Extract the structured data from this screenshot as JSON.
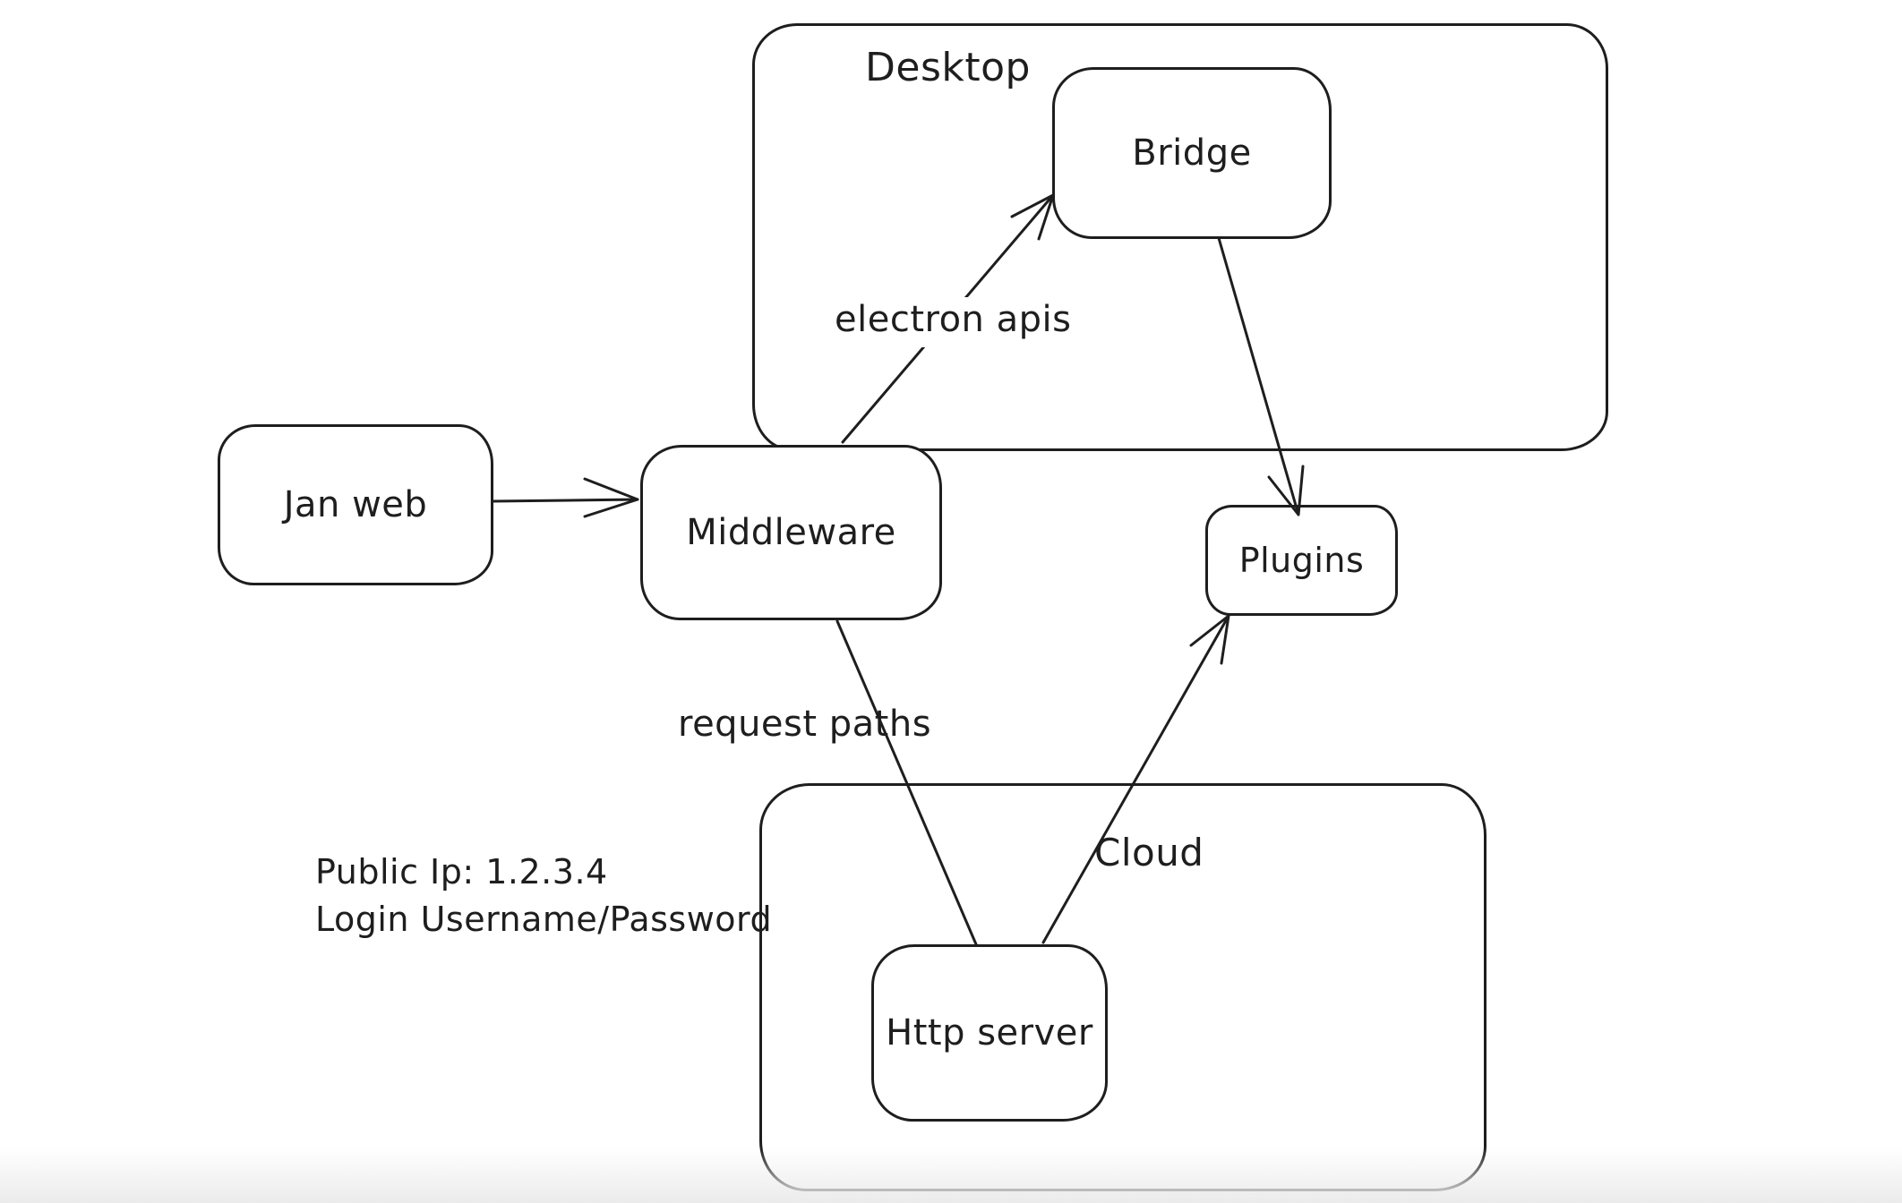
{
  "canvas": {
    "stroke_color": "#1e1e1e",
    "bg_color": "#ffffff",
    "fade_color": "#ebebeb"
  },
  "containers": [
    {
      "id": "desktop",
      "label": "Desktop"
    },
    {
      "id": "cloud",
      "label": "Cloud"
    }
  ],
  "nodes": [
    {
      "id": "jan-web",
      "label": "Jan web"
    },
    {
      "id": "middleware",
      "label": "Middleware"
    },
    {
      "id": "bridge",
      "label": "Bridge"
    },
    {
      "id": "plugins",
      "label": "Plugins"
    },
    {
      "id": "http-server",
      "label": "Http server"
    }
  ],
  "edges": [
    {
      "id": "jan-web-to-middleware",
      "from": "Jan web",
      "to": "Middleware",
      "label": ""
    },
    {
      "id": "middleware-to-bridge",
      "from": "Middleware",
      "to": "Bridge",
      "label": "electron apis"
    },
    {
      "id": "bridge-to-plugins",
      "from": "Bridge",
      "to": "Plugins",
      "label": ""
    },
    {
      "id": "middleware-to-http-server",
      "from": "Middleware",
      "to": "Http server",
      "label": "request paths"
    },
    {
      "id": "http-server-to-plugins",
      "from": "Http server",
      "to": "Plugins",
      "label": ""
    }
  ],
  "annotations": {
    "public_ip": "Public Ip: 1.2.3.4",
    "login": "Login Username/Password"
  }
}
